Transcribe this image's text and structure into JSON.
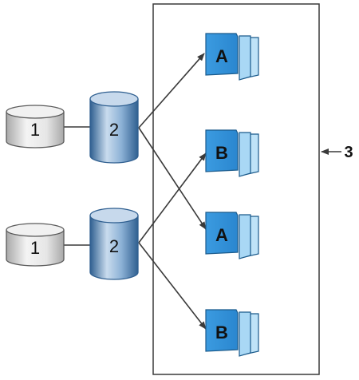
{
  "colors": {
    "gray_light": "#f2f2f2",
    "gray_dark": "#a8a8a8",
    "gray_stroke": "#5a5a5a",
    "blue_light": "#c7d9ec",
    "blue_mid": "#5f8fbf",
    "blue_dark": "#2f5f90",
    "page_blue": "#3f9ee0",
    "page_blue_light": "#a9d8f5",
    "page_stroke": "#1b5b8c",
    "line": "#3a3a3a",
    "box_stroke": "#3a3a3a"
  },
  "diagram": {
    "nodes": [
      {
        "id": "disk-1-top",
        "label": "1",
        "kind": "gray-cylinder"
      },
      {
        "id": "disk-2-top",
        "label": "2",
        "kind": "blue-cylinder"
      },
      {
        "id": "disk-1-bottom",
        "label": "1",
        "kind": "gray-cylinder"
      },
      {
        "id": "disk-2-bottom",
        "label": "2",
        "kind": "blue-cylinder"
      },
      {
        "id": "doc-a-1",
        "label": "A",
        "kind": "document-stack"
      },
      {
        "id": "doc-b-1",
        "label": "B",
        "kind": "document-stack"
      },
      {
        "id": "doc-a-2",
        "label": "A",
        "kind": "document-stack"
      },
      {
        "id": "doc-b-2",
        "label": "B",
        "kind": "document-stack"
      }
    ],
    "container_callout": "3"
  }
}
